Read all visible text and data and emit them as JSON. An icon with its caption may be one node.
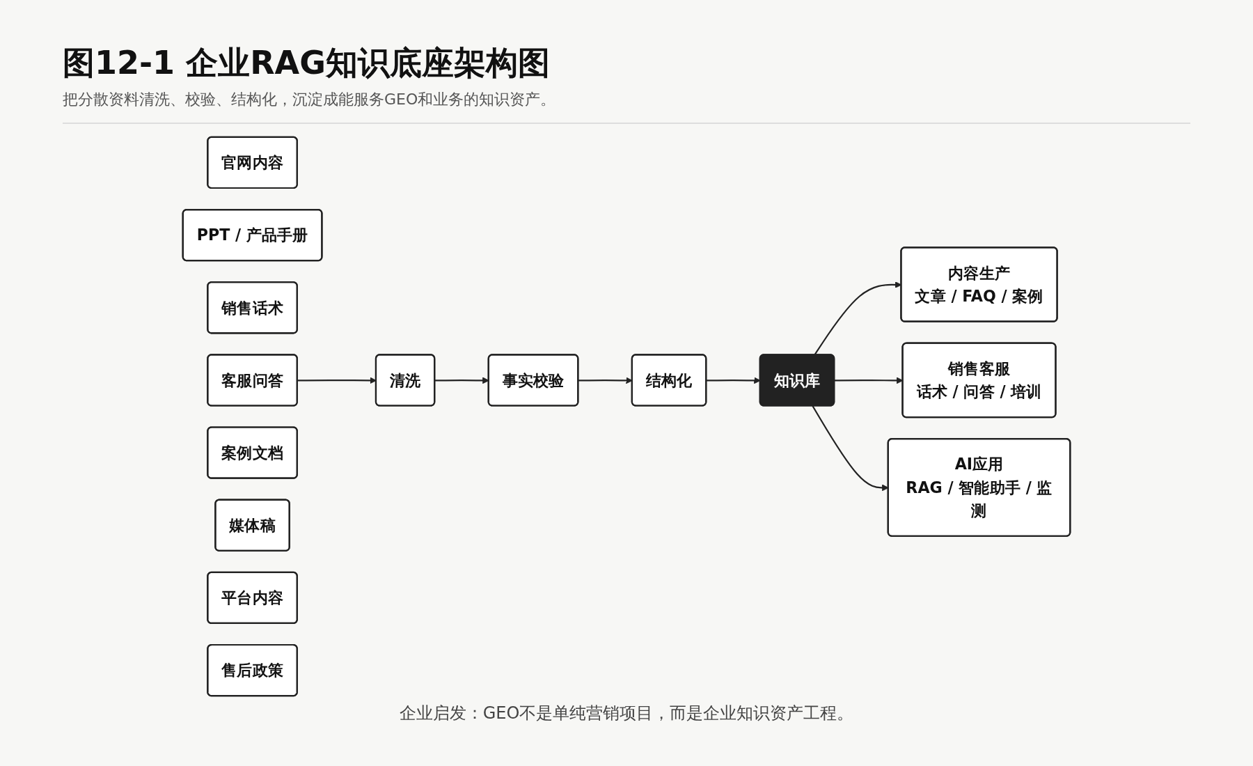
{
  "diagram": {
    "title": "图12-1  企业RAG知识底座架构图",
    "caption": "企业启发：GEO不是单纯营销项目，而是企业知识资产工程。",
    "nodes": [
      {
        "text": [
          "官网内容"
        ]
      },
      {
        "text": [
          "PPT / 产品手册"
        ]
      },
      {
        "text": [
          "销售话术"
        ]
      },
      {
        "text": [
          "客服问答"
        ]
      },
      {
        "text": [
          "案例文档"
        ]
      },
      {
        "text": [
          "媒体稿"
        ]
      },
      {
        "text": [
          "平台内容"
        ]
      },
      {
        "text": [
          "售后政策"
        ]
      },
      {
        "text": [
          "清洗"
        ]
      },
      {
        "text": [
          "事实校验"
        ]
      },
      {
        "text": [
          "结构化"
        ]
      },
      {
        "text": [
          "知识库"
        ]
      },
      {
        "text": [
          "内容生产",
          "文章 / FAQ / 案例"
        ]
      },
      {
        "text": [
          "销售客服",
          "话术 / 问答 / 培训"
        ]
      },
      {
        "text": [
          "AI应用",
          "RAG / 智能助手 / 监测"
        ]
      }
    ],
    "edges": [
      {
        "from": 3,
        "to": 8,
        "arrow": "to"
      },
      {
        "from": 8,
        "to": 9,
        "arrow": "to"
      },
      {
        "from": 9,
        "to": 10,
        "arrow": "to"
      },
      {
        "from": 10,
        "to": 11,
        "arrow": "to"
      },
      {
        "from": 11,
        "to": 12,
        "arrow": "to"
      },
      {
        "from": 11,
        "to": 13,
        "arrow": "to"
      },
      {
        "from": 11,
        "to": 14,
        "arrow": "to"
      }
    ],
    "labels": [
      "把分散资料清洗、校验、结构化，沉淀成能服务GEO和业务的知识资产。"
    ]
  }
}
